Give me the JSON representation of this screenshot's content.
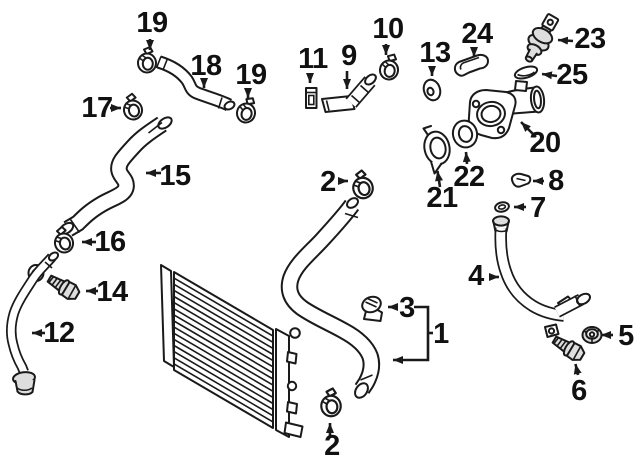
{
  "diagram": {
    "description": "Exploded parts diagram of an engine cooling system showing radiator, radiator hoses, spring clamps, coolant pipes, water outlet housing, seals and fasteners with numbered callouts",
    "colors": {
      "background": "#ffffff",
      "line": "#1a1a1a"
    },
    "callouts": [
      {
        "id": "19a",
        "label": "19"
      },
      {
        "id": "18",
        "label": "18"
      },
      {
        "id": "19b",
        "label": "19"
      },
      {
        "id": "17",
        "label": "17"
      },
      {
        "id": "15",
        "label": "15"
      },
      {
        "id": "16",
        "label": "16"
      },
      {
        "id": "14",
        "label": "14"
      },
      {
        "id": "12",
        "label": "12"
      },
      {
        "id": "11",
        "label": "11"
      },
      {
        "id": "9",
        "label": "9"
      },
      {
        "id": "10",
        "label": "10"
      },
      {
        "id": "13",
        "label": "13"
      },
      {
        "id": "24",
        "label": "24"
      },
      {
        "id": "23",
        "label": "23"
      },
      {
        "id": "25",
        "label": "25"
      },
      {
        "id": "20",
        "label": "20"
      },
      {
        "id": "21",
        "label": "21"
      },
      {
        "id": "22",
        "label": "22"
      },
      {
        "id": "8",
        "label": "8"
      },
      {
        "id": "7",
        "label": "7"
      },
      {
        "id": "2a",
        "label": "2"
      },
      {
        "id": "3",
        "label": "3"
      },
      {
        "id": "1",
        "label": "1"
      },
      {
        "id": "4",
        "label": "4"
      },
      {
        "id": "5",
        "label": "5"
      },
      {
        "id": "6",
        "label": "6"
      },
      {
        "id": "2b",
        "label": "2"
      }
    ]
  }
}
